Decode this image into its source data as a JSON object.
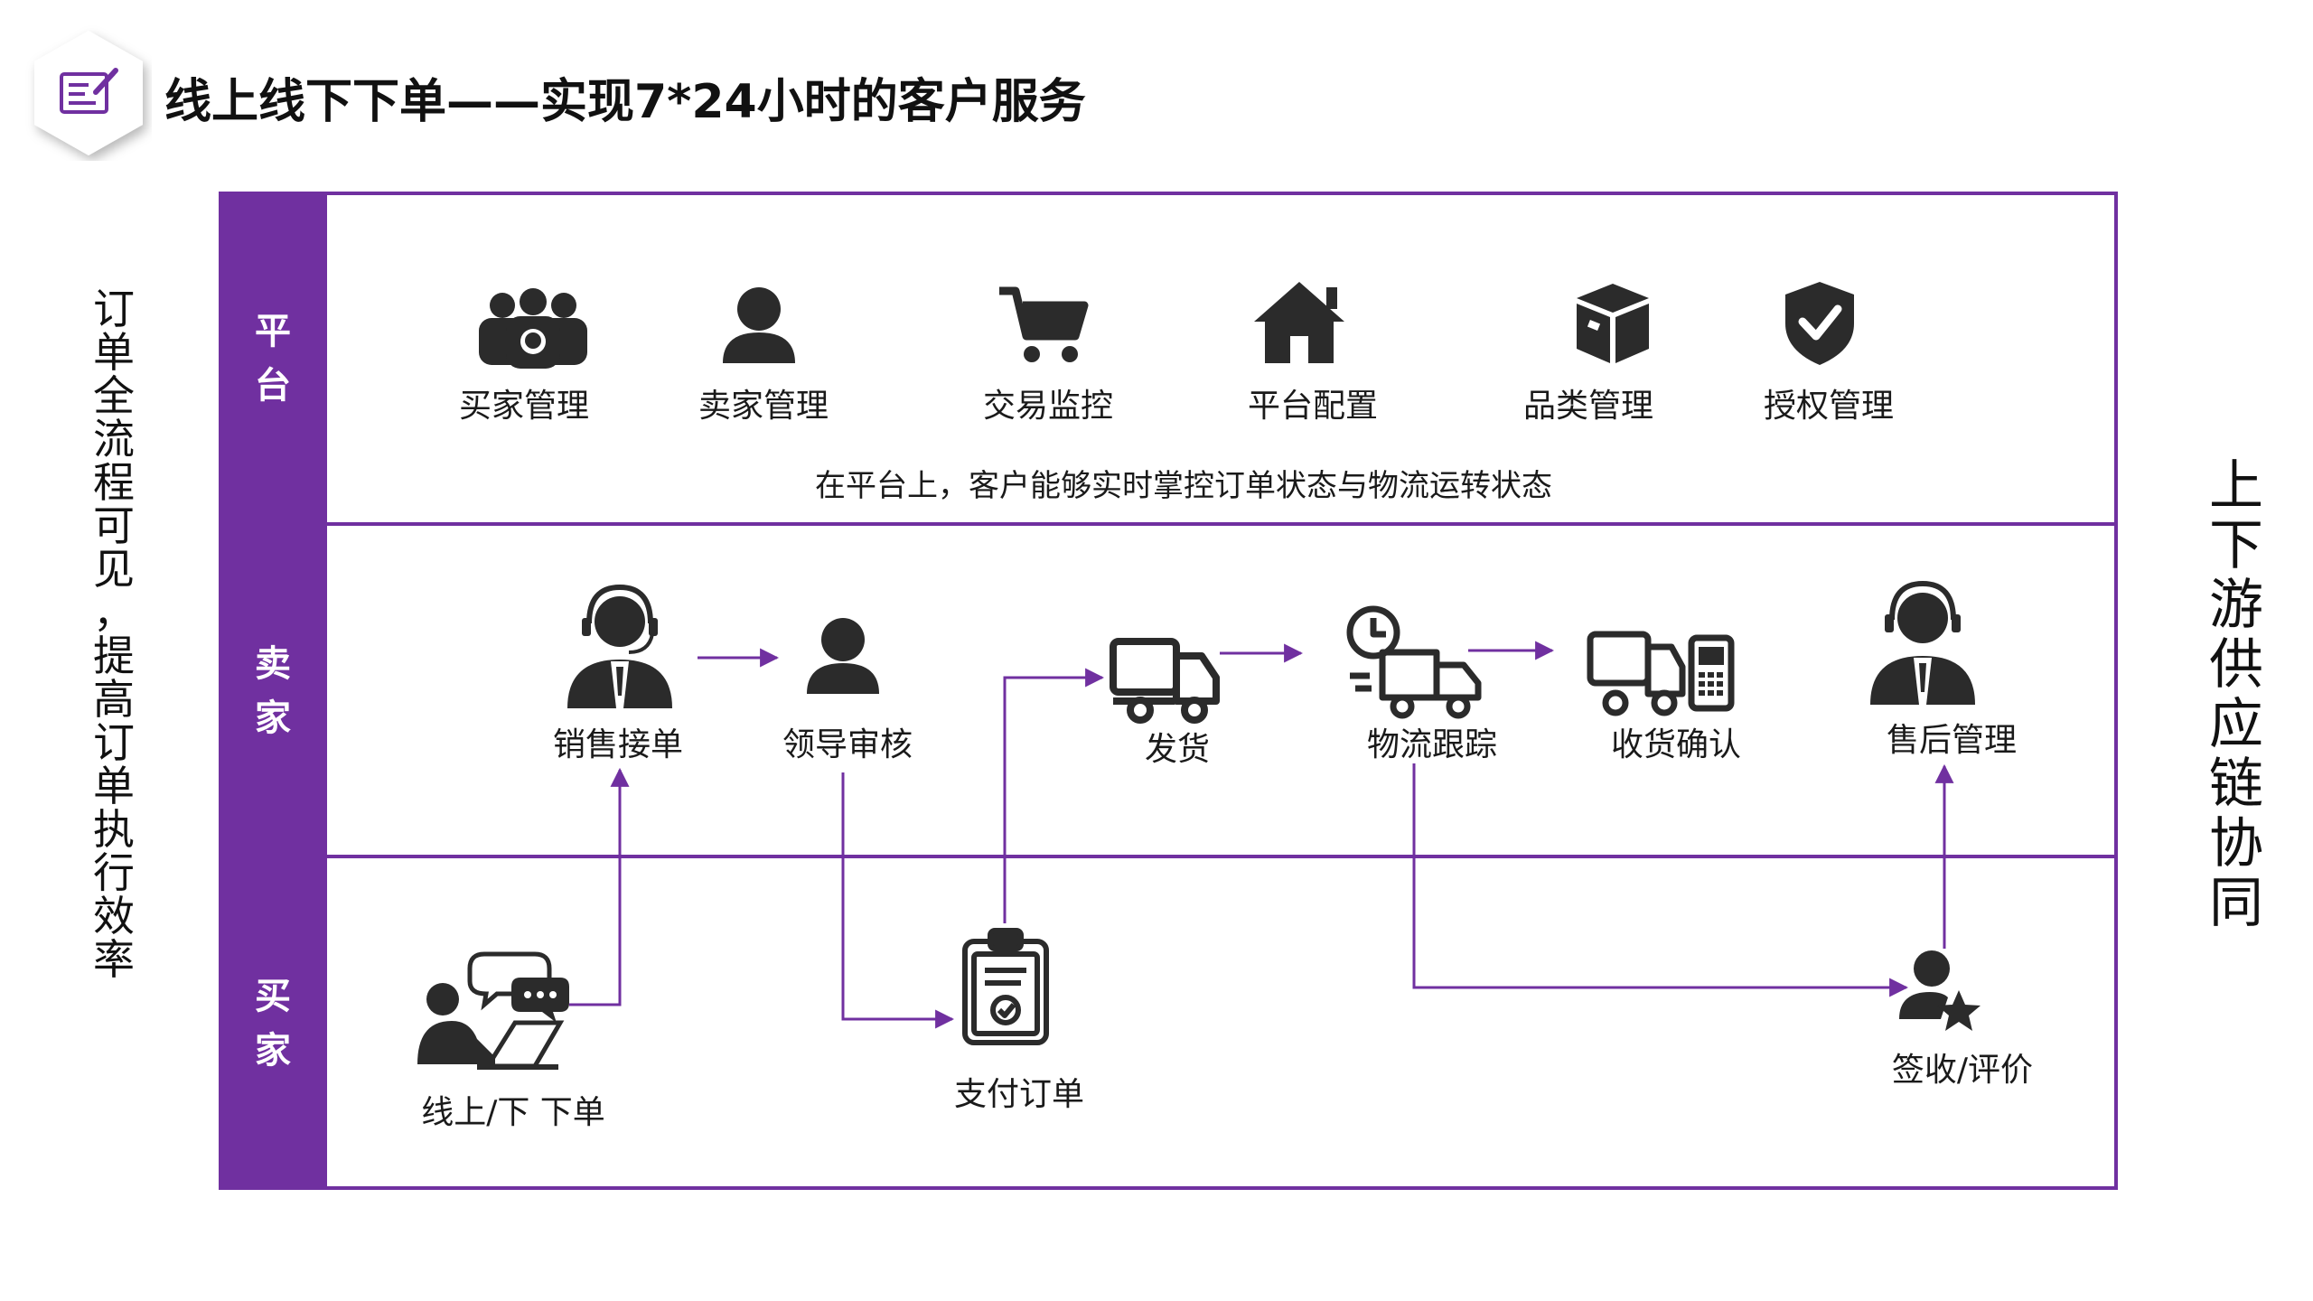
{
  "title": "线上线下下单——实现7*24小时的客户服务",
  "left_vertical": "订单全流程可见，提高订单执行效率",
  "right_vertical": "上下游供应链协同",
  "lanes": {
    "platform": "平台",
    "seller": "卖家",
    "buyer": "买家"
  },
  "platform_items": [
    "买家管理",
    "卖家管理",
    "交易监控",
    "平台配置",
    "品类管理",
    "授权管理"
  ],
  "platform_note": "在平台上，客户能够实时掌控订单状态与物流运转状态",
  "seller_steps": [
    "销售接单",
    "领导审核",
    "发货",
    "物流跟踪",
    "收货确认",
    "售后管理"
  ],
  "buyer_steps": [
    "线上/下 下单",
    "支付订单",
    "签收/评价"
  ],
  "colors": {
    "accent": "#7030a0",
    "icon": "#2b2b2b"
  }
}
